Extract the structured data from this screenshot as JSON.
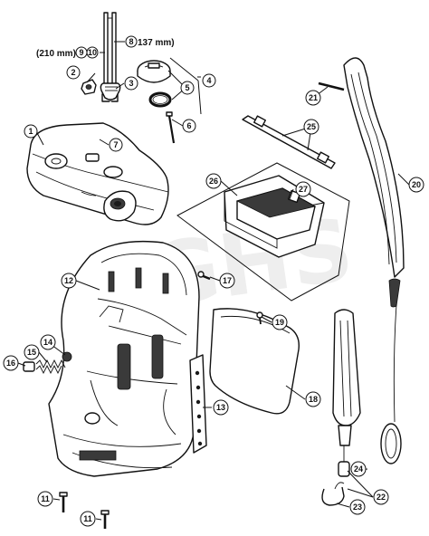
{
  "dimension_labels": {
    "left_prefix": "(210 mm)",
    "left_a": "9",
    "left_b": "10",
    "right_num": "8",
    "right_suffix": "137 mm)"
  },
  "callouts": {
    "n1": "1",
    "n2": "2",
    "n3": "3",
    "n4": "4",
    "n5": "5",
    "n6": "6",
    "n7": "7",
    "n11a": "11",
    "n11b": "11",
    "n12": "12",
    "n13": "13",
    "n14": "14",
    "n15": "15",
    "n16": "16",
    "n17": "17",
    "n18": "18",
    "n19": "19",
    "n20": "20",
    "n21": "21",
    "n22": "22",
    "n23": "23",
    "n24": "24",
    "n25": "25",
    "n26": "26",
    "n27": "27"
  },
  "watermark": "GHS"
}
